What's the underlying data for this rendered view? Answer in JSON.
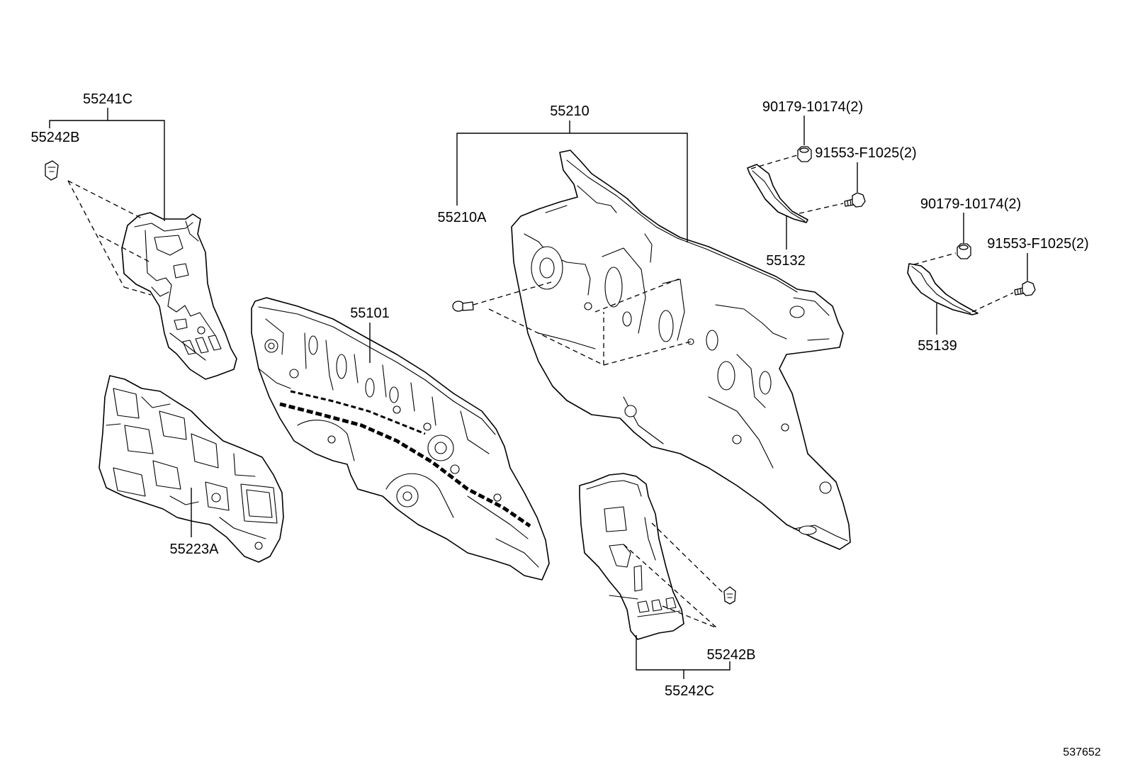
{
  "diagram": {
    "callouts": [
      "55241C",
      "55242B",
      "55223A",
      "55101",
      "55210",
      "55210A",
      "90179-10174(2)",
      "91553-F1025(2)",
      "55132",
      "90179-10174(2)",
      "91553-F1025(2)",
      "55139",
      "55242B",
      "55242C"
    ],
    "figure_number": "537652"
  }
}
